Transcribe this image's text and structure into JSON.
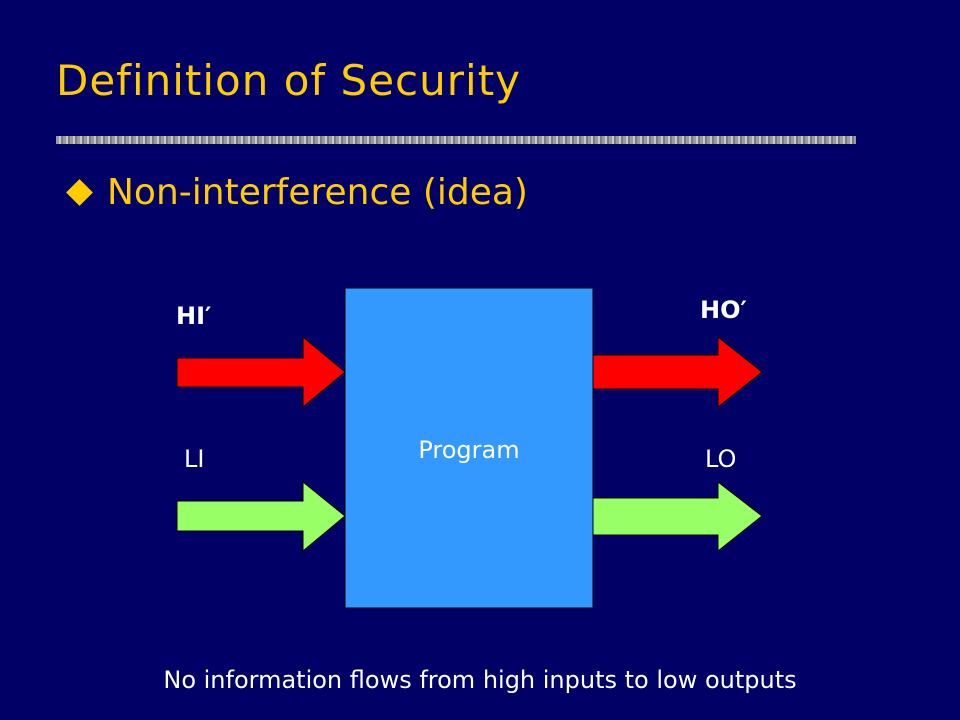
{
  "slide": {
    "title": "Definition of Security",
    "bullet": "Non-interference (idea)",
    "caption": "No information flows from high inputs to low outputs"
  },
  "diagram": {
    "program_label": "Program",
    "high_input_label": "HI′",
    "high_output_label": "HO′",
    "low_input_label": "LI",
    "low_output_label": "LO"
  },
  "colors": {
    "background": "#000066",
    "title": "#ffcc00",
    "program_box": "#3399ff",
    "high_arrow": "#ff0000",
    "low_arrow": "#99ff66"
  },
  "icons": {
    "bullet": "diamond-bullet-icon"
  }
}
